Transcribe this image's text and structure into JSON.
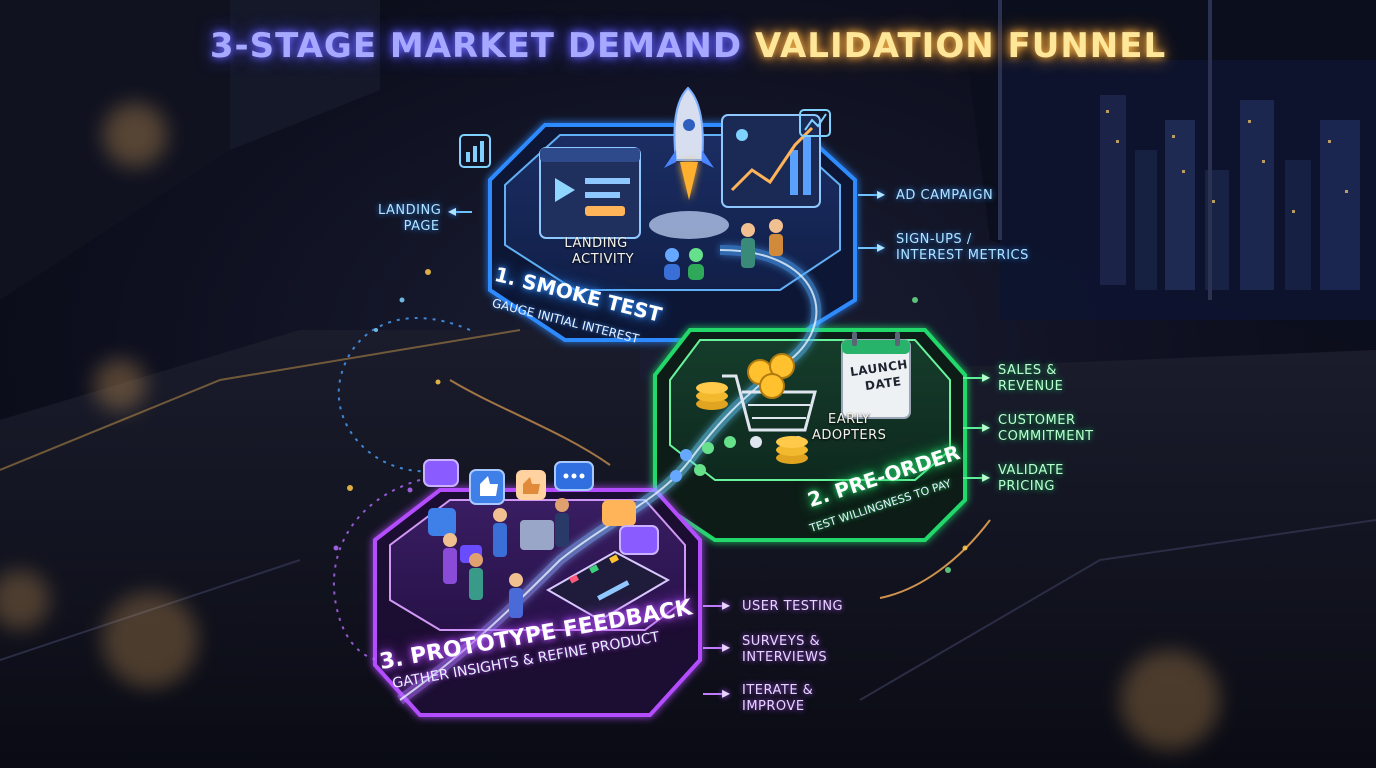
{
  "title": {
    "part1": "3-STAGE MARKET DEMAND",
    "part2": "VALIDATION FUNNEL"
  },
  "stages": [
    {
      "title": "1. SMOKE TEST",
      "subtitle": "GAUGE INITIAL INTEREST",
      "color": "#2e8bff",
      "inner_labels": [
        "LANDING",
        "ACTIVITY"
      ],
      "left_labels": [
        "LANDING",
        "PAGE"
      ],
      "right_labels": [
        [
          "AD CAMPAIGN"
        ],
        [
          "SIGN-UPS /",
          "INTEREST METRICS"
        ]
      ]
    },
    {
      "title": "2. PRE-ORDER",
      "subtitle": "TEST WILLINGNESS TO PAY",
      "color": "#22d86a",
      "inner_labels": [
        "EARLY",
        "ADOPTERS"
      ],
      "calendar_label": [
        "LAUNCH",
        "DATE"
      ],
      "right_labels": [
        [
          "SALES &",
          "REVENUE"
        ],
        [
          "CUSTOMER",
          "COMMITMENT"
        ],
        [
          "VALIDATE",
          "PRICING"
        ]
      ]
    },
    {
      "title": "3. PROTOTYPE FEEDBACK",
      "subtitle": "GATHER INSIGHTS & REFINE PRODUCT",
      "color": "#b44dff",
      "right_labels": [
        [
          "USER TESTING"
        ],
        [
          "SURVEYS &",
          "INTERVIEWS"
        ],
        [
          "ITERATE &",
          "IMPROVE"
        ]
      ]
    }
  ],
  "icons": [
    "rocket-icon",
    "browser-window-icon",
    "line-chart-icon",
    "bar-chart-icon",
    "shopping-cart-icon",
    "coin-stack-icon",
    "calendar-icon",
    "thumbs-up-icon",
    "chat-bubble-icon",
    "tablet-icon",
    "people-icon"
  ]
}
